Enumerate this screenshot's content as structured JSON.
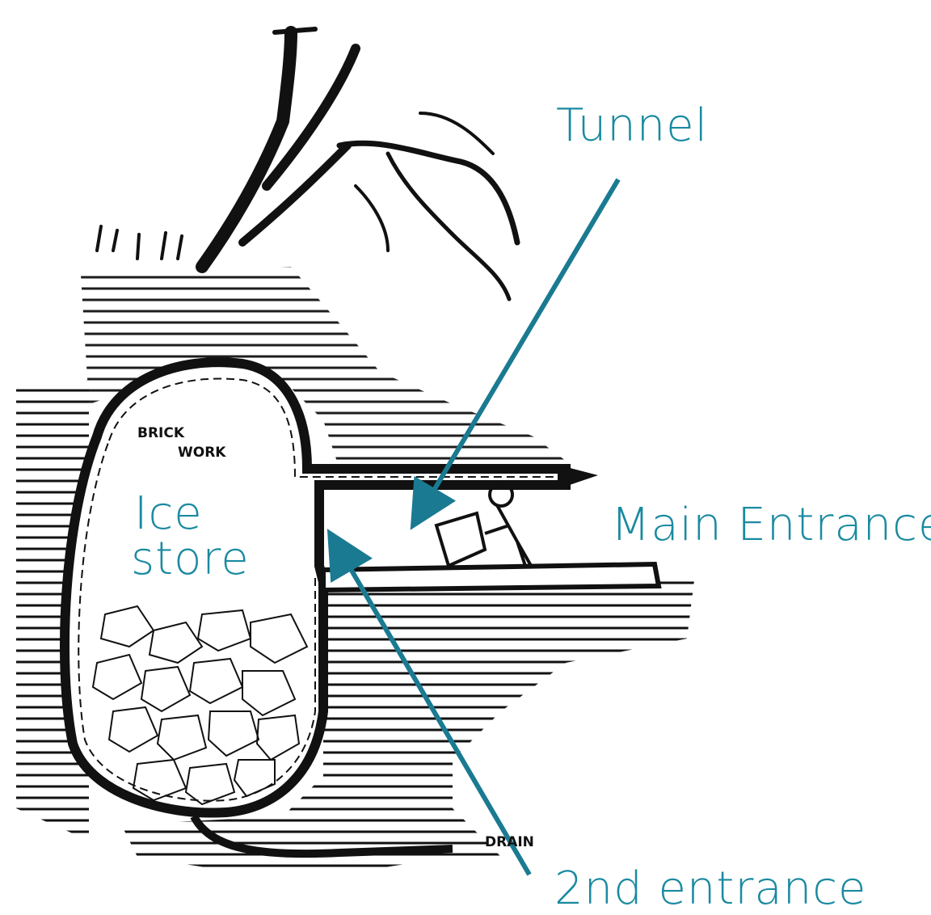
{
  "labels": {
    "tunnel": "Tunnel",
    "main_entrance": "Main Entrance",
    "ice_store_line1": "Ice",
    "ice_store_line2": "store",
    "second_entrance": "2nd entrance"
  },
  "handwritten": {
    "brick_line1": "BRICK",
    "brick_line2": "WORK",
    "drain": "DRAIN"
  },
  "colors": {
    "annotation": "#1a8aa0",
    "drawing": "#111111"
  }
}
